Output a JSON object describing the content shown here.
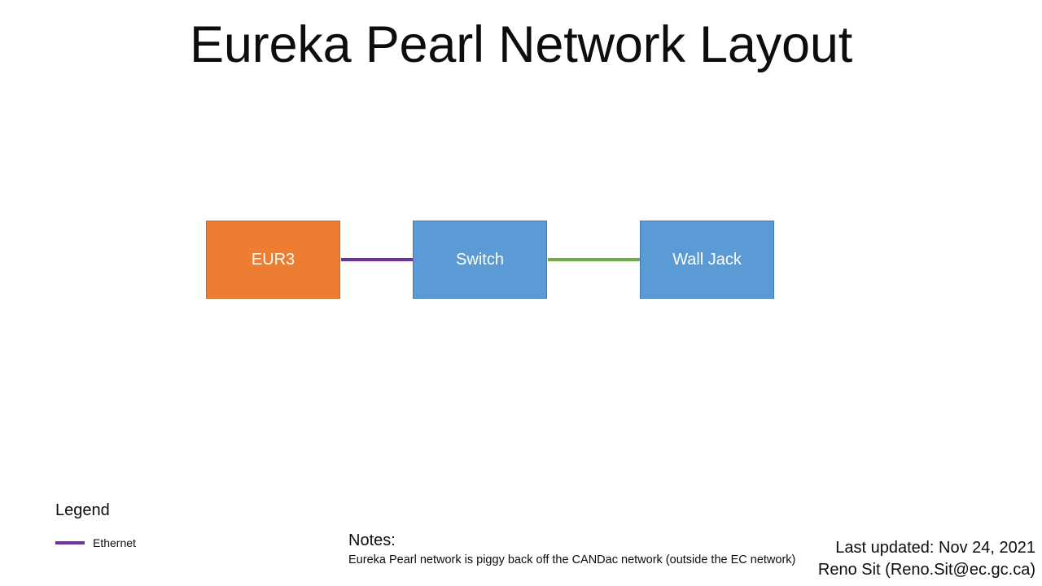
{
  "slide": {
    "title": "Eureka Pearl Network Layout",
    "background_color": "#ffffff"
  },
  "diagram": {
    "type": "network-topology",
    "nodes": [
      {
        "id": "eur3",
        "label": "EUR3",
        "shape": "rectangle",
        "fill": "#ED7D31",
        "border": "#D5651C",
        "text_color": "#ffffff"
      },
      {
        "id": "switch",
        "label": "Switch",
        "shape": "rectangle",
        "fill": "#5B9BD5",
        "border": "#3E7CB8",
        "text_color": "#ffffff"
      },
      {
        "id": "walljack",
        "label": "Wall Jack",
        "shape": "rectangle",
        "fill": "#5B9BD5",
        "border": "#3E7CB8",
        "text_color": "#ffffff"
      }
    ],
    "links": [
      {
        "id": "eur3-switch",
        "from": "eur3",
        "to": "switch",
        "color": "#7030A0",
        "type": "Ethernet"
      },
      {
        "id": "switch-walljack",
        "from": "switch",
        "to": "walljack",
        "color": "#70AD47",
        "type": "Ethernet"
      }
    ]
  },
  "legend": {
    "title": "Legend",
    "items": [
      {
        "label": "Ethernet",
        "color": "#7030A0"
      }
    ]
  },
  "notes": {
    "heading": "Notes:",
    "body": "Eureka Pearl network  is piggy back off the  CANDac network  (outside the EC network)"
  },
  "footer": {
    "last_updated": "Last updated: Nov 24, 2021",
    "author": "Reno Sit (Reno.Sit@ec.gc.ca)"
  }
}
